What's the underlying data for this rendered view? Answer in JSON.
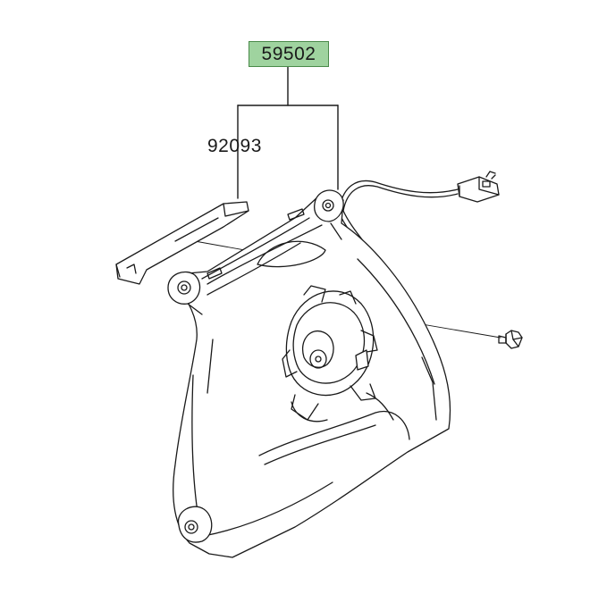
{
  "diagram": {
    "parts": [
      {
        "number": "59502",
        "highlight": true
      },
      {
        "number": "92093",
        "highlight": false
      }
    ],
    "colors": {
      "highlight_fill": "#9fd39f",
      "line": "#1a1a1a",
      "background": "#ffffff"
    },
    "illustration": "radiator-fan-assembly"
  }
}
